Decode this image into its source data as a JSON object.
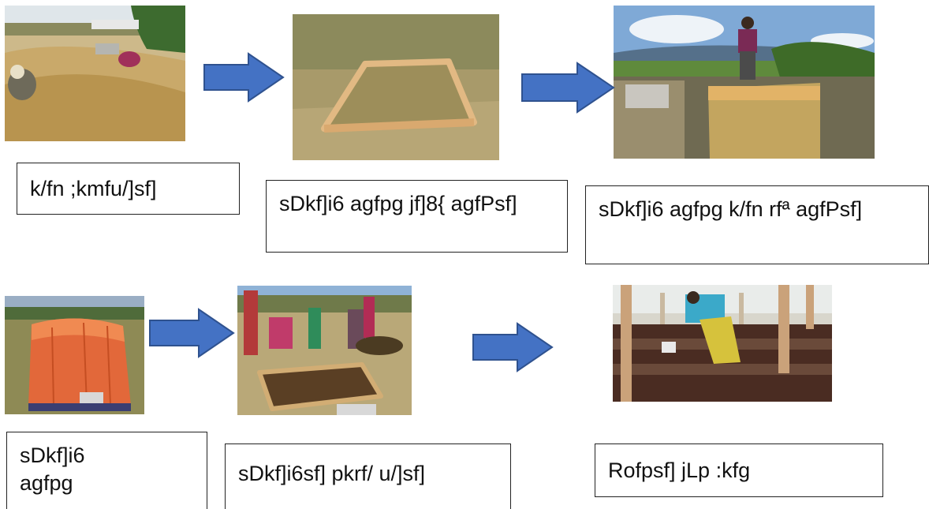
{
  "steps": [
    {
      "photo": "photo-straw-collection",
      "caption": "k/fn ;kmfu/]sf]"
    },
    {
      "photo": "photo-wooden-frame",
      "caption": "sDkf]i6 agfpg jf]8{ agfPsf]"
    },
    {
      "photo": "photo-straw-pile",
      "caption": "sDkf]i6 agfpg k/fn rfª agfPsf]"
    },
    {
      "photo": "photo-tarp-covered-pile",
      "caption": "sDkf]i6 agfpg"
    },
    {
      "photo": "photo-compost-bed",
      "caption": "sDkf]i6sf] pkrf/ u/]sf]"
    },
    {
      "photo": "photo-greenhouse-sowing",
      "caption": "Rofpsf] jLp :kfg"
    }
  ],
  "arrow": {
    "fill": "#4472C4",
    "stroke": "#2F528F"
  }
}
